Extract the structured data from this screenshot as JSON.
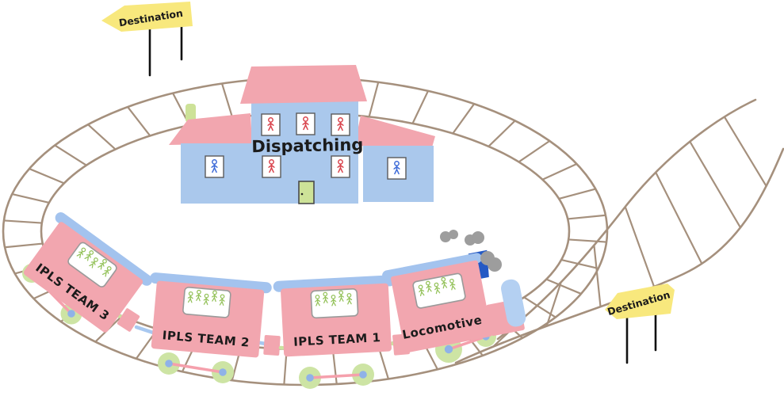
{
  "colors": {
    "track": "#a5907d",
    "pink": "#f2a6af",
    "wallBlue": "#aac8ec",
    "roofBlue": "#a3c3ee",
    "noseBlue": "#b4d0f2",
    "wheelGreen": "#cde4a4",
    "hubBlue": "#8fb2e8",
    "rodPink": "#f5a0ac",
    "stubBlue": "#a8c8f0",
    "stubGreen": "#cbe3a0",
    "signYellow": "#f8e87d",
    "funnelBlue": "#2459c4",
    "smokeGray": "#9d9d9d",
    "doorGreen": "#cde298",
    "figRed": "#d9454e",
    "figBlue": "#3f6cd8",
    "figGreen": "#94c25a",
    "ink": "#1b1b1b"
  },
  "building": {
    "label": "Dispatching",
    "windows": {
      "top_row": [
        "red-person-icon",
        "red-person-icon",
        "red-person-icon"
      ],
      "middle_row": [
        "blue-person-icon",
        "red-person-icon",
        "red-person-icon",
        "blue-person-icon"
      ]
    },
    "door": "green-door",
    "chimney": "green-chimney"
  },
  "signs": {
    "top_left": {
      "label": "Destination"
    },
    "bottom_right": {
      "label": "Destination"
    }
  },
  "train": {
    "cars": [
      {
        "label": "IPLS TEAM 3",
        "passenger_icon": "green-person-icon",
        "passenger_count": 5
      },
      {
        "label": "IPLS TEAM 2",
        "passenger_icon": "green-person-icon",
        "passenger_count": 5
      },
      {
        "label": "IPLS TEAM 1",
        "passenger_icon": "green-person-icon",
        "passenger_count": 5
      },
      {
        "label": "Locomotive",
        "passenger_icon": "green-person-icon",
        "passenger_count": 5
      }
    ]
  },
  "track": {
    "shape": "oval-loop-with-branch-to-top-right"
  }
}
